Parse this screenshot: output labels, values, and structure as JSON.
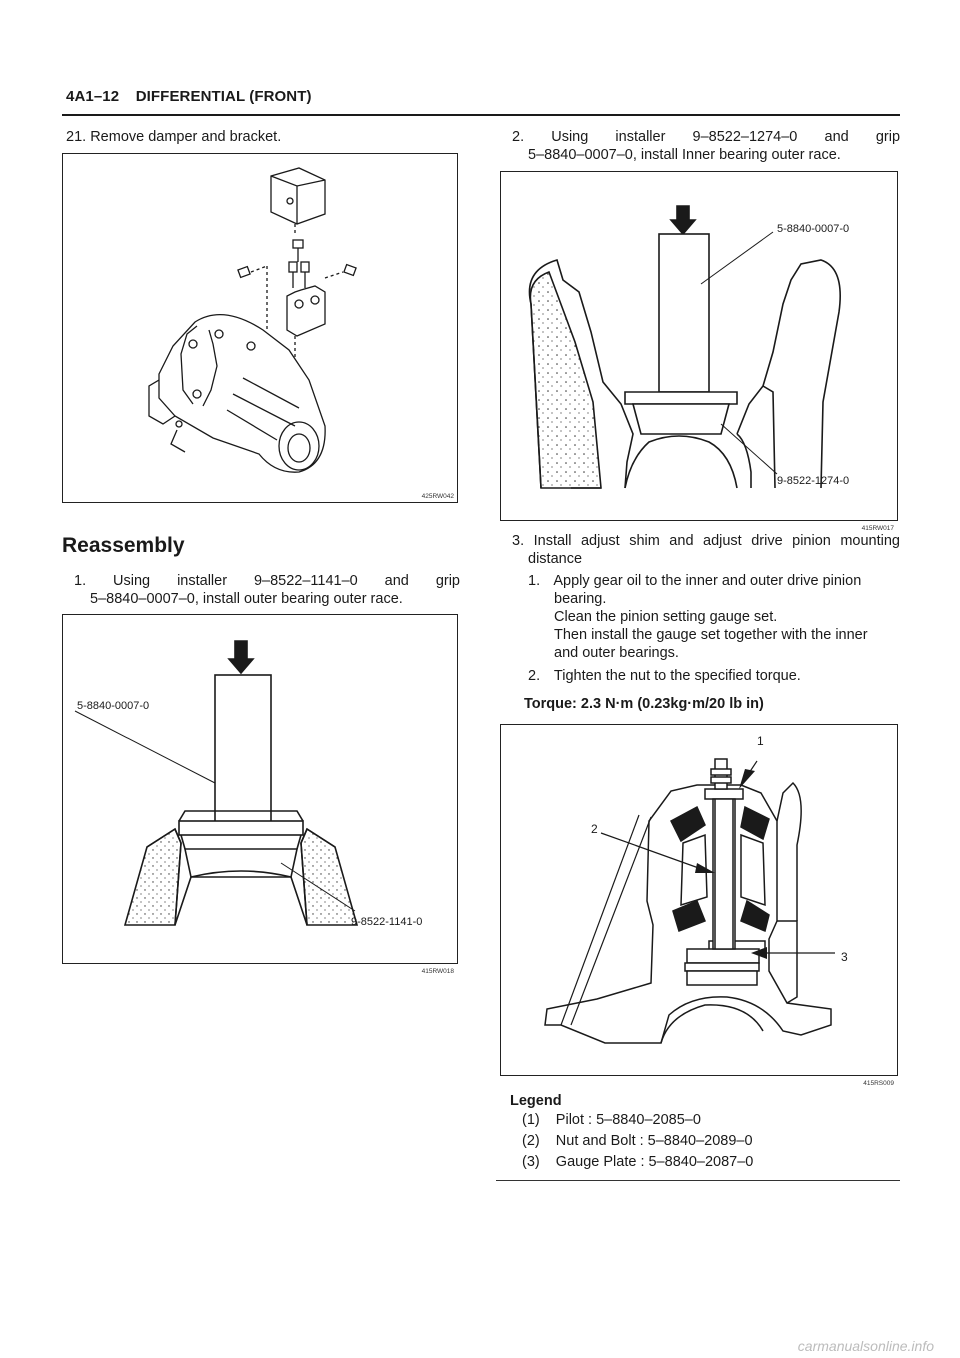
{
  "header": {
    "section": "4A1–12",
    "title": "DIFFERENTIAL (FRONT)"
  },
  "left": {
    "step21": {
      "num": "21.",
      "text": "Remove damper and bracket."
    },
    "fig1_id": "425RW042",
    "heading": "Reassembly",
    "step1": {
      "num": "1.",
      "line1": "Using installer 9–8522–1141–0 and grip",
      "line2": "5–8840–0007–0, install outer bearing outer race."
    },
    "fig2": {
      "id": "415RW018",
      "label_top": "5-8840-0007-0",
      "label_bottom": "9-8522-1141-0"
    }
  },
  "right": {
    "step2": {
      "num": "2.",
      "line1": "Using installer 9–8522–1274–0 and grip",
      "line2": "5–8840–0007–0, install Inner bearing outer race."
    },
    "fig3": {
      "id": "415RW017",
      "label_top": "5-8840-0007-0",
      "label_bottom": "9-8522-1274-0"
    },
    "step3": {
      "num": "3.",
      "line1": "Install adjust shim and adjust drive pinion mounting",
      "line2": "distance"
    },
    "sub1": {
      "num": "1.",
      "line1": "Apply gear oil to the inner and outer drive pinion",
      "line2": "bearing.",
      "line3": "Clean the pinion setting gauge set.",
      "line4": "Then install the gauge set together with the inner",
      "line5": "and outer bearings."
    },
    "sub2": {
      "num": "2.",
      "text": "Tighten the nut to the specified torque."
    },
    "torque": "Torque: 2.3 N·m (0.23kg·m/20 lb in)",
    "fig4": {
      "id": "415RS009",
      "callout1": "1",
      "callout2": "2",
      "callout3": "3"
    },
    "legend": {
      "title": "Legend",
      "items": [
        {
          "num": "(1)",
          "text": "Pilot : 5–8840–2085–0"
        },
        {
          "num": "(2)",
          "text": "Nut and Bolt : 5–8840–2089–0"
        },
        {
          "num": "(3)",
          "text": "Gauge Plate : 5–8840–2087–0"
        }
      ]
    }
  },
  "watermark": "carmanualsonline.info"
}
